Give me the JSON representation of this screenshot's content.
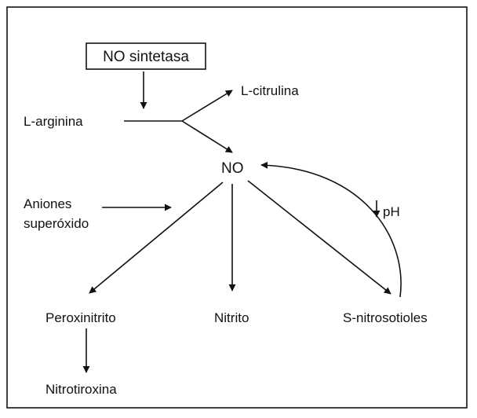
{
  "nodes": {
    "enzyme": "NO sintetasa",
    "substrate": "L-arginina",
    "byproduct": "L-citrulina",
    "center": "NO",
    "anion_line1": "Aniones",
    "anion_line2": "superóxido",
    "product_left": "Peroxinitrito",
    "product_mid": "Nitrito",
    "product_right": "S-nitrosotioles",
    "product_bottom": "Nitrotiroxina"
  },
  "annotations": {
    "ph_label": "pH",
    "ph_icon": "down-arrow-icon"
  },
  "colors": {
    "stroke": "#111111",
    "background": "#ffffff"
  }
}
